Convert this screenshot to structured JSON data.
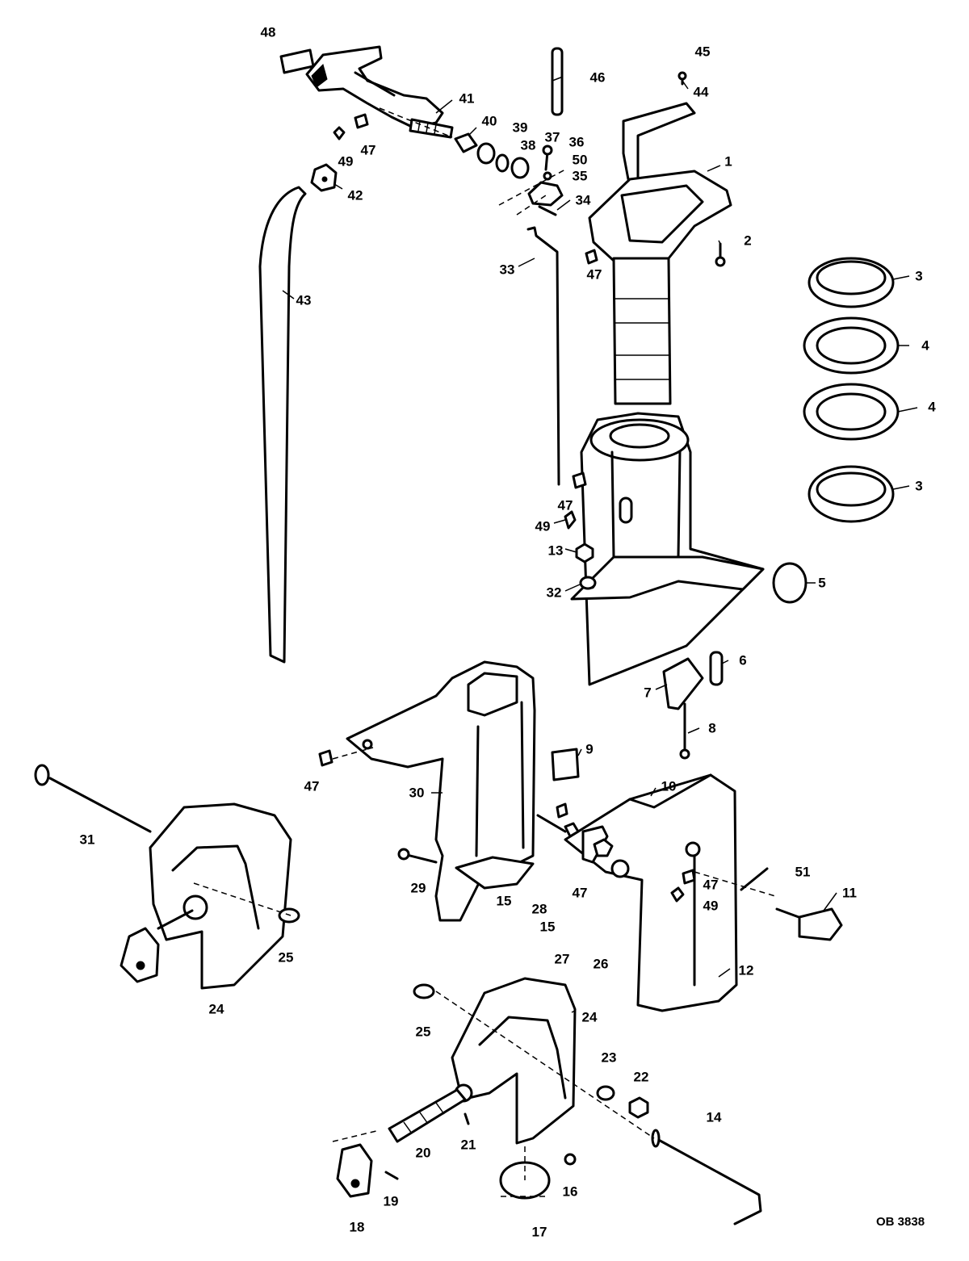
{
  "drawing_code": "OB 3838",
  "callouts": {
    "c1": "1",
    "c2": "2",
    "c3a": "3",
    "c3b": "3",
    "c4a": "4",
    "c4b": "4",
    "c5": "5",
    "c6": "6",
    "c7": "7",
    "c8": "8",
    "c9": "9",
    "c10": "10",
    "c11": "11",
    "c12": "12",
    "c13": "13",
    "c14": "14",
    "c15a": "15",
    "c15b": "15",
    "c16": "16",
    "c17": "17",
    "c18": "18",
    "c19": "19",
    "c20": "20",
    "c21": "21",
    "c22": "22",
    "c23": "23",
    "c24a": "24",
    "c24b": "24",
    "c25a": "25",
    "c25b": "25",
    "c26": "26",
    "c27": "27",
    "c28": "28",
    "c29": "29",
    "c30": "30",
    "c31": "31",
    "c32": "32",
    "c33": "33",
    "c34": "34",
    "c35": "35",
    "c36": "36",
    "c37": "37",
    "c38": "38",
    "c39": "39",
    "c40": "40",
    "c41": "41",
    "c42": "42",
    "c43": "43",
    "c44": "44",
    "c45": "45",
    "c46": "46",
    "c47a": "47",
    "c47b": "47",
    "c47c": "47",
    "c47d": "47",
    "c47e": "47",
    "c47f": "47",
    "c48": "48",
    "c49a": "49",
    "c49b": "49",
    "c49c": "49",
    "c50": "50",
    "c51": "51"
  }
}
